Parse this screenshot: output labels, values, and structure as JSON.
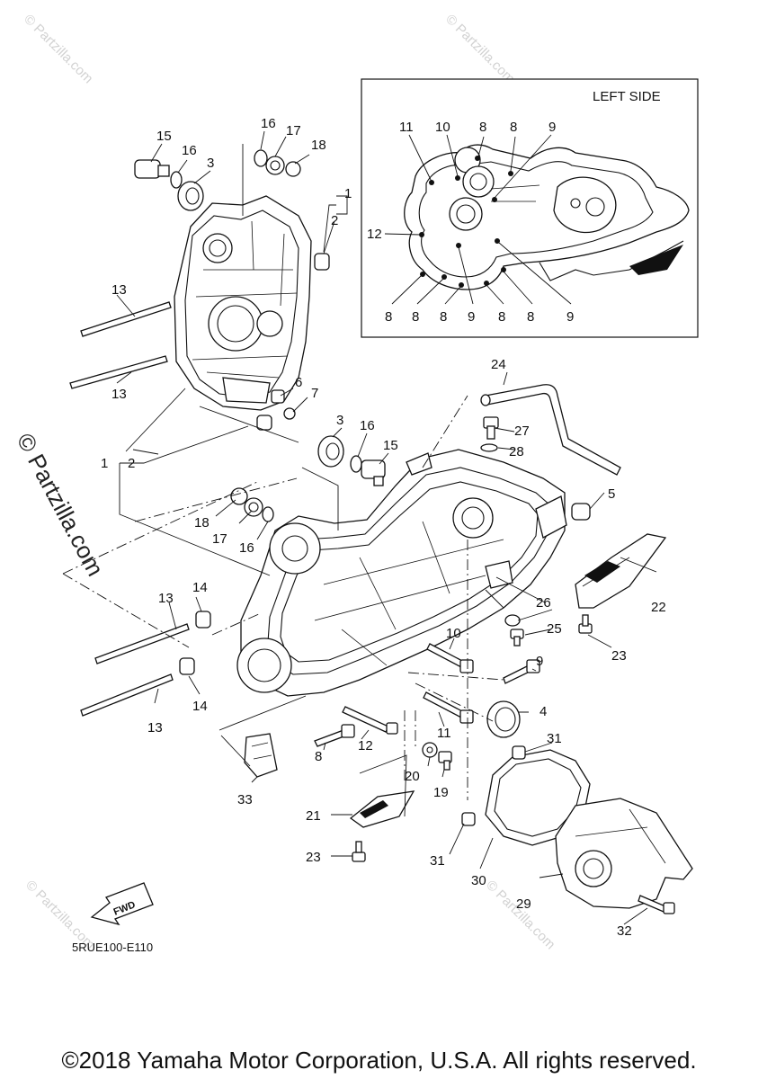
{
  "inset": {
    "title": "LEFT SIDE"
  },
  "part_code": "5RUE100-E110",
  "fwd_label": "FWD",
  "watermark": {
    "small": "© Partzilla.com",
    "large": "© Partzilla.com"
  },
  "copyright": "©2018 Yamaha Motor Corporation, U.S.A. All rights reserved.",
  "callouts": {
    "c1a": "1",
    "c2a": "2",
    "c1b": "1",
    "c2b": "2",
    "c3a": "3",
    "c3b": "3",
    "c4": "4",
    "c5": "5",
    "c6": "6",
    "c7": "7",
    "c8a": "8",
    "c9a": "9",
    "c10a": "10",
    "c11a": "11",
    "c12a": "12",
    "c13a": "13",
    "c13b": "13",
    "c13c": "13",
    "c13d": "13",
    "c14a": "14",
    "c14b": "14",
    "c15a": "15",
    "c15b": "15",
    "c16a": "16",
    "c16b": "16",
    "c16c": "16",
    "c16d": "16",
    "c17a": "17",
    "c17b": "17",
    "c18a": "18",
    "c18b": "18",
    "c19": "19",
    "c20": "20",
    "c21": "21",
    "c22": "22",
    "c23a": "23",
    "c23b": "23",
    "c24": "24",
    "c25": "25",
    "c26": "26",
    "c27": "27",
    "c28": "28",
    "c29": "29",
    "c30": "30",
    "c31a": "31",
    "c31b": "31",
    "c32": "32",
    "c33": "33",
    "i11": "11",
    "i10": "10",
    "i8a": "8",
    "i8b": "8",
    "i9a": "9",
    "i12": "12",
    "i8c": "8",
    "i8d": "8",
    "i8e": "8",
    "i9b": "9",
    "i8f": "8",
    "i8g": "8",
    "i9c": "9"
  }
}
